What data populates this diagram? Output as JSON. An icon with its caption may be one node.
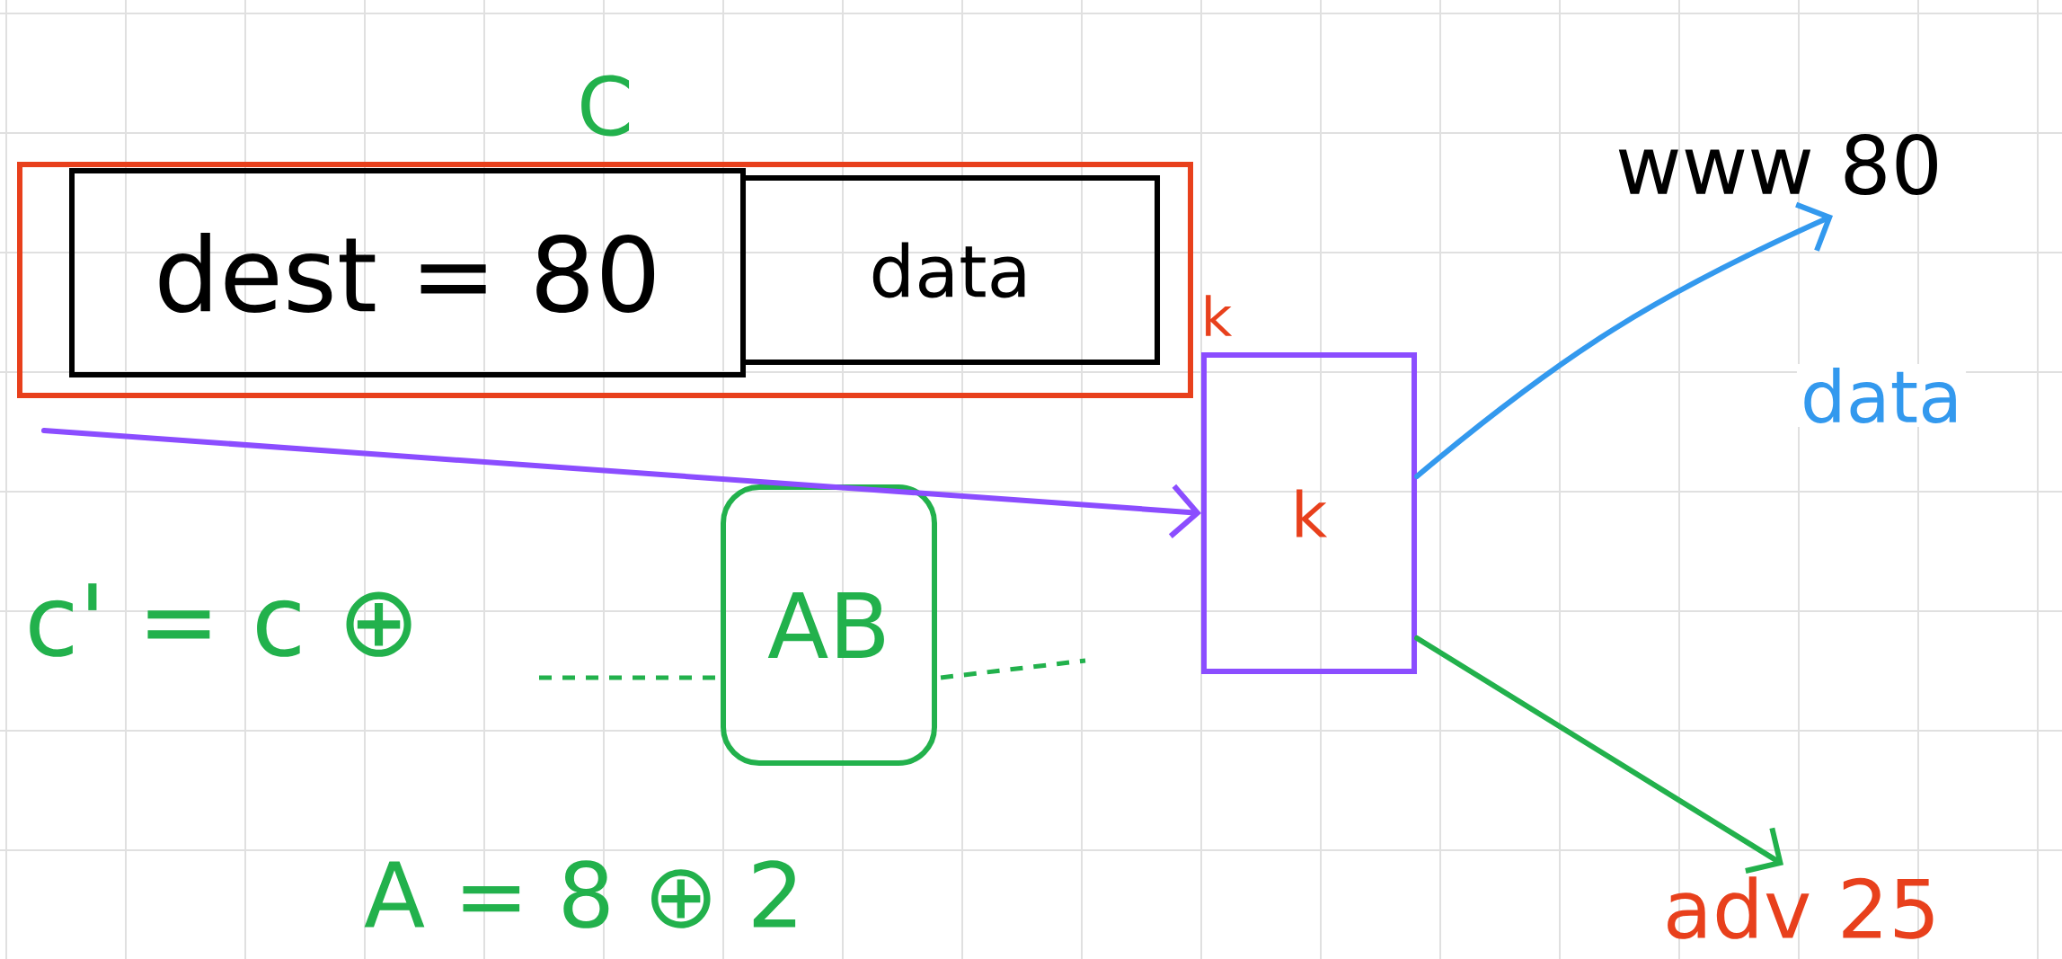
{
  "diagram": {
    "nodes": [
      {
        "text": [
          "C"
        ]
      },
      {
        "text": [
          "dest = 80"
        ],
        "in": 0
      },
      {
        "text": [
          "data"
        ],
        "in": 0
      },
      {
        "text": [
          "k"
        ]
      },
      {
        "text": [
          "www 80"
        ]
      },
      {
        "text": [
          "adv 25"
        ]
      },
      {
        "text": [
          "AB"
        ]
      }
    ],
    "edges": [
      {
        "from": 0,
        "to": 3,
        "arrow": "to",
        "color": "#8b4dff"
      },
      {
        "from": 3,
        "to": 4,
        "arrow": "to",
        "label": "data",
        "color": "#3399ee"
      },
      {
        "from": 3,
        "to": 5,
        "arrow": "to",
        "color": "#22b14c"
      }
    ],
    "labels": [
      "k",
      "c' = c ⊕",
      "A = 8 ⊕ 2"
    ]
  }
}
